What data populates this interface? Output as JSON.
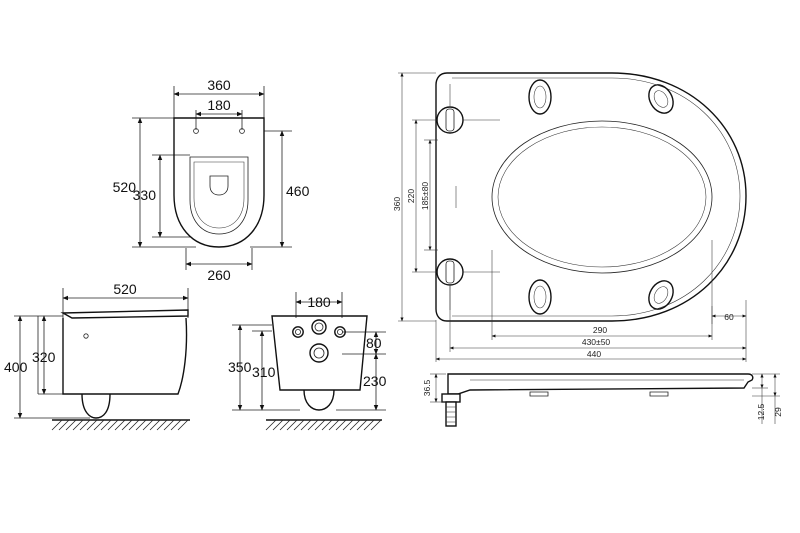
{
  "views": {
    "top": {
      "width_total": "360",
      "width_inner": "180",
      "length_total": "520",
      "length_bowl": "330",
      "length_right": "460",
      "width_base": "260"
    },
    "side": {
      "length": "520",
      "height_total": "400",
      "height_rim": "320"
    },
    "back": {
      "spacing": "180",
      "height_total": "350",
      "height_inlet": "310",
      "offset_top": "80",
      "height_outlet": "230"
    },
    "seat_plan": {
      "width_total": "360",
      "hinge_span": "220",
      "hinge_range": "185±80",
      "opening_length": "290",
      "fixing_range": "430±50",
      "length_total": "440",
      "rear_offset": "60"
    },
    "seat_side": {
      "height_hinge": "36.5",
      "thickness_seat": "12.5",
      "thickness_total": "29"
    }
  }
}
